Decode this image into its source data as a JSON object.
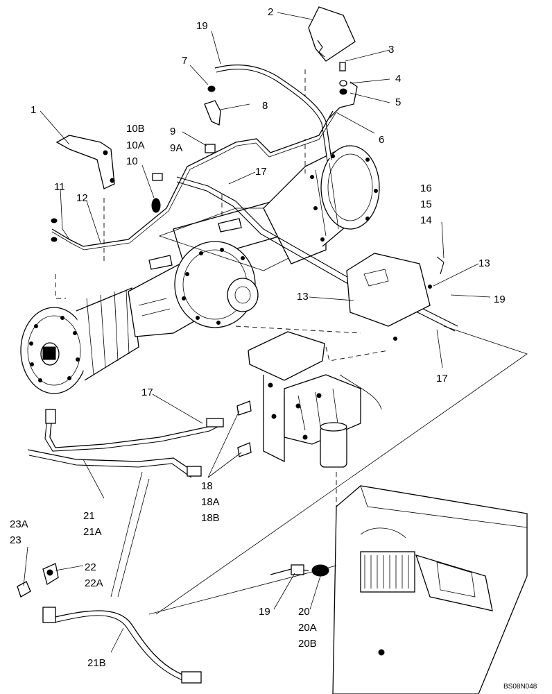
{
  "diagram": {
    "drawing_code": "BS08N048",
    "callouts": {
      "c1": "1",
      "c2": "2",
      "c3": "3",
      "c4": "4",
      "c5": "5",
      "c6": "6",
      "c7": "7",
      "c8": "8",
      "c9": "9",
      "c9A": "9A",
      "c10B": "10B",
      "c10A": "10A",
      "c10": "10",
      "c11": "11",
      "c12": "12",
      "c13a": "13",
      "c13b": "13",
      "c14": "14",
      "c15": "15",
      "c16": "16",
      "c17a": "17",
      "c17b": "17",
      "c17c": "17",
      "c18": "18",
      "c18A": "18A",
      "c18B": "18B",
      "c19a": "19",
      "c19b": "19",
      "c19c": "19",
      "c20": "20",
      "c20A": "20A",
      "c20B": "20B",
      "c21": "21",
      "c21A": "21A",
      "c21B": "21B",
      "c22": "22",
      "c22A": "22A",
      "c23A": "23A",
      "c23": "23"
    }
  }
}
